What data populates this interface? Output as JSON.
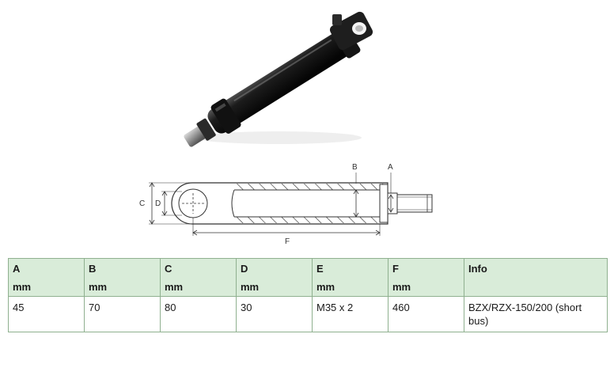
{
  "drawing": {
    "labels": {
      "a": "A",
      "b": "B",
      "c": "C",
      "d": "D",
      "f": "F"
    }
  },
  "table": {
    "headers": [
      {
        "key": "A",
        "unit": "mm"
      },
      {
        "key": "B",
        "unit": "mm"
      },
      {
        "key": "C",
        "unit": "mm"
      },
      {
        "key": "D",
        "unit": "mm"
      },
      {
        "key": "E",
        "unit": "mm"
      },
      {
        "key": "F",
        "unit": "mm"
      },
      {
        "key": "Info",
        "unit": ""
      }
    ],
    "row": [
      "45",
      "70",
      "80",
      "30",
      "M35 x 2",
      "460",
      "BZX/RZX-150/200 (short bus)"
    ]
  },
  "colors": {
    "header_bg": "#d9ecd9",
    "border": "#8fb08f",
    "hatch": "#333333"
  }
}
